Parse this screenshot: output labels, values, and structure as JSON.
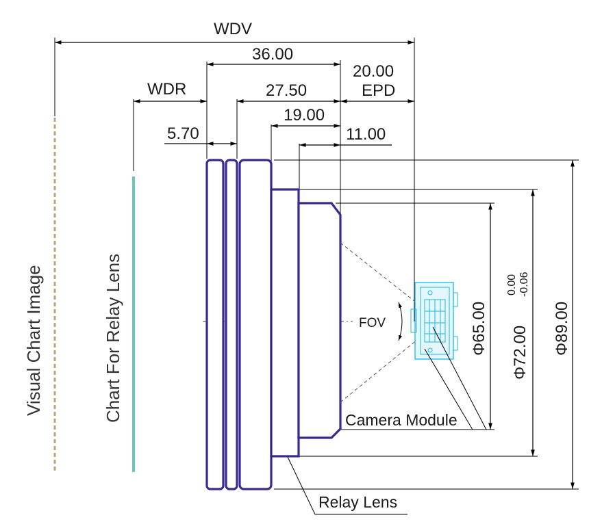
{
  "labels": {
    "wdv": "WDV",
    "d36": "36.00",
    "d20": "20.00",
    "epd": "EPD",
    "wdr": "WDR",
    "d2750": "27.50",
    "d19": "19.00",
    "d570": "5.70",
    "d11": "11.00",
    "fov": "FOV",
    "phi65": "Φ65.00",
    "phi72": "Φ72.00",
    "tol_upper": "0.00",
    "tol_lower": "-0.06",
    "phi89": "Φ89.00",
    "visual_chart": "Visual Chart Image",
    "relay_chart": "Chart For Relay Lens",
    "camera_module": "Camera Module",
    "relay_lens": "Relay Lens"
  },
  "colors": {
    "lens_outline": "#3a2a90",
    "camera_module": "#19b6e6",
    "visual_chart_line": "#b8a488",
    "relay_chart_line": "#6cc4bc"
  }
}
